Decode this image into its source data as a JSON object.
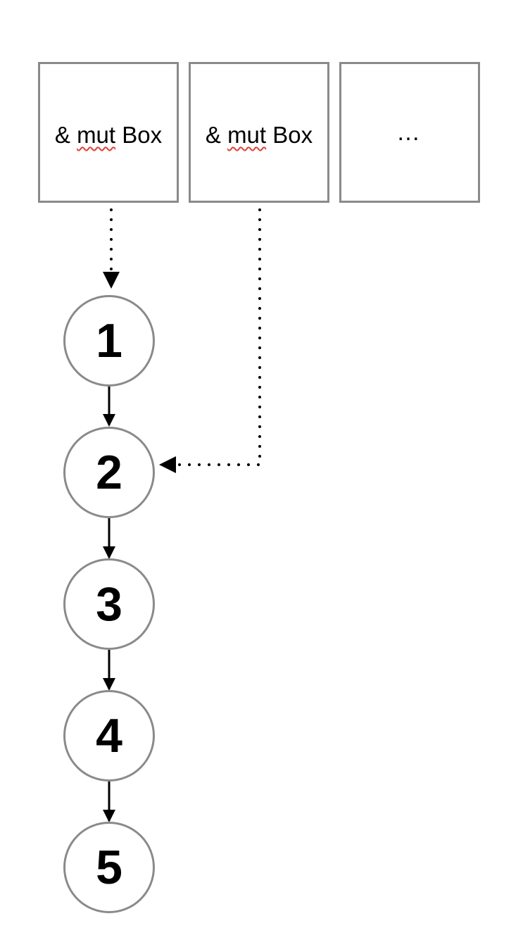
{
  "diagram": {
    "cells": [
      {
        "prefix": "& ",
        "word": "mut",
        "suffix": " Box"
      },
      {
        "prefix": "& ",
        "word": "mut",
        "suffix": " Box"
      },
      {
        "ellipsis": "…"
      }
    ],
    "nodes": [
      "1",
      "2",
      "3",
      "4",
      "5"
    ],
    "colors": {
      "outline": "#8a8a8d",
      "arrow": "#000000",
      "spellcheck_underline": "#e0403a"
    }
  }
}
